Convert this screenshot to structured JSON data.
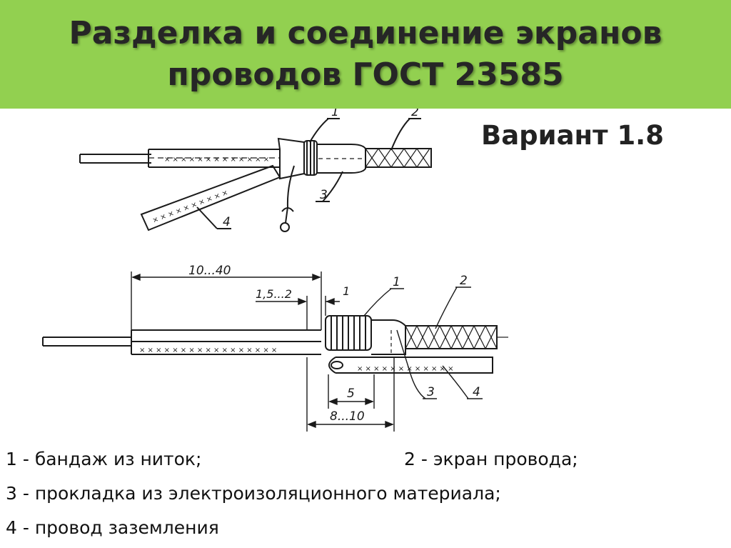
{
  "title": {
    "line1": "Разделка и соединение экранов",
    "line2": "проводов ГОСТ 23585"
  },
  "variant": "Вариант 1.8",
  "top_view": {
    "callouts": [
      "1",
      "2",
      "3",
      "4"
    ]
  },
  "bottom_view": {
    "dimensions": {
      "total_strip": "10...40",
      "gap": "1,5...2",
      "small": "1",
      "five": "5",
      "eight_ten": "8...10"
    },
    "callouts": [
      "1",
      "2",
      "3",
      "4"
    ]
  },
  "legend": {
    "item1": "1 - бандаж из ниток;",
    "item2": "2 - экран провода;",
    "item3": "3 - прокладка из электроизоляционного материала;",
    "item4": "4 - провод заземления"
  },
  "colors": {
    "title_background": "#92d050",
    "title_text": "#262626",
    "line": "#1a1a1a"
  }
}
